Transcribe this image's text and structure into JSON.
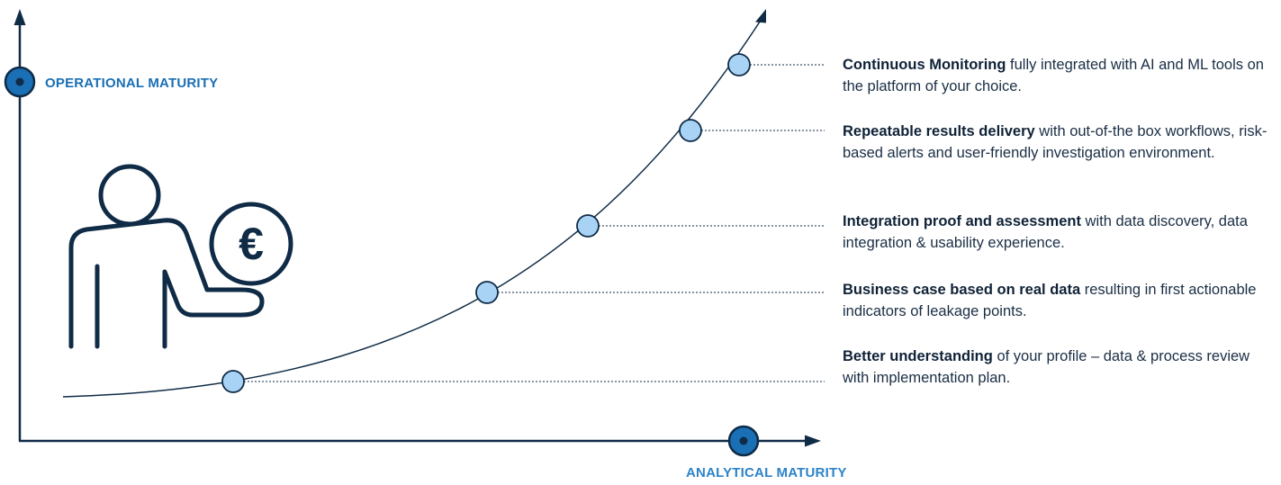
{
  "colors": {
    "navy": "#0f2b46",
    "accent_blue": "#1a6fb5",
    "axis_title_blue": "#2c83c8",
    "marker_fill": "#a9d3f5",
    "text": "#1a2e44"
  },
  "axes": {
    "y_title": "OPERATIONAL MATURITY",
    "x_title": "ANALYTICAL MATURITY"
  },
  "illustration": {
    "icon": "person-holding-euro-coin-icon",
    "coin_symbol": "€"
  },
  "steps": [
    {
      "bold": "Continuous Monitoring",
      "text": " fully integrated with AI and ML tools on the platform of your choice."
    },
    {
      "bold": "Repeatable results delivery",
      "text": " with out-of-the box workflows, risk-based alerts and user-friendly investigation environment."
    },
    {
      "bold": "Integration proof and assessment",
      "text": " with data discovery, data integration & usability experience."
    },
    {
      "bold": "Business case based on real data",
      "text": " resulting in first actionable indicators of leakage points."
    },
    {
      "bold": "Better understanding",
      "text": " of your profile – data & process review with implementation plan."
    }
  ]
}
